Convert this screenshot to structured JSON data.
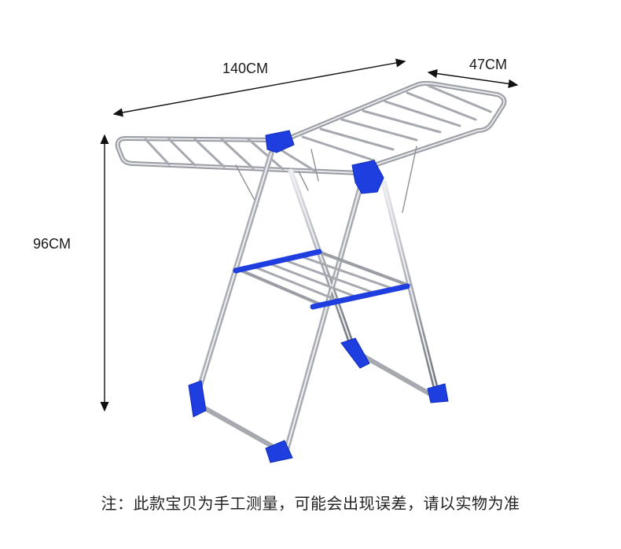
{
  "dimensions": {
    "length": "140CM",
    "depth": "47CM",
    "height": "96CM"
  },
  "note": "注：此款宝贝为手工测量，可能会出现误差，请以实物为准",
  "colors": {
    "steel": "#b9bcc2",
    "steel_dark": "#7d8087",
    "accent_blue": "#1f3ee0",
    "dimension_line": "#111111"
  }
}
